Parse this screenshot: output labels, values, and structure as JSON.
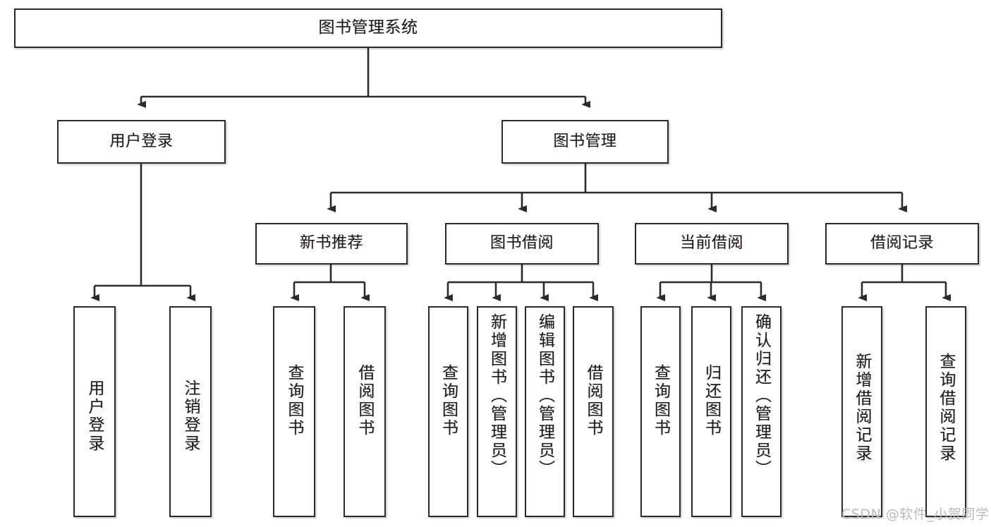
{
  "diagram": {
    "title": "图书管理系统",
    "type": "tree-hierarchy-chart",
    "watermark": "CSDN @软件_小贺同学",
    "colors": {
      "box_border": "#2b2b2b",
      "box_fill": "#ffffff",
      "edge": "#2b2b2b",
      "text": "#1c1c1c",
      "watermark": "#b9b9b9",
      "background": "#ffffff"
    },
    "nodes": {
      "root": {
        "label": "图书管理系统"
      },
      "level2": [
        {
          "id": "user-login",
          "label": "用户登录"
        },
        {
          "id": "book-management",
          "label": "图书管理"
        }
      ],
      "level3": [
        {
          "id": "new-book-recommend",
          "label": "新书推荐"
        },
        {
          "id": "book-borrow",
          "label": "图书借阅"
        },
        {
          "id": "current-borrow",
          "label": "当前借阅"
        },
        {
          "id": "borrow-record",
          "label": "借阅记录"
        }
      ],
      "leaves": {
        "user_login": [
          {
            "id": "leaf-user-login",
            "label": "用户登录"
          },
          {
            "id": "leaf-logout",
            "label": "注销登录"
          }
        ],
        "new_book_recommend": [
          {
            "id": "leaf-query-book-1",
            "label": "查询图书"
          },
          {
            "id": "leaf-borrow-book-1",
            "label": "借阅图书"
          }
        ],
        "book_borrow": [
          {
            "id": "leaf-query-book-2",
            "label": "查询图书"
          },
          {
            "id": "leaf-add-book",
            "label": "新增图书（管理员）"
          },
          {
            "id": "leaf-edit-book",
            "label": "编辑图书（管理员）"
          },
          {
            "id": "leaf-borrow-book-2",
            "label": "借阅图书"
          }
        ],
        "current_borrow": [
          {
            "id": "leaf-query-book-3",
            "label": "查询图书"
          },
          {
            "id": "leaf-return-book",
            "label": "归还图书"
          },
          {
            "id": "leaf-confirm-return",
            "label": "确认归还（管理员）"
          }
        ],
        "borrow_record": [
          {
            "id": "leaf-add-record",
            "label": "新增借阅记录"
          },
          {
            "id": "leaf-query-record",
            "label": "查询借阅记录"
          }
        ]
      }
    },
    "edges": [
      {
        "from": "图书管理系统",
        "to": "用户登录"
      },
      {
        "from": "图书管理系统",
        "to": "图书管理"
      },
      {
        "from": "用户登录",
        "to": "用户登录"
      },
      {
        "from": "用户登录",
        "to": "注销登录"
      },
      {
        "from": "图书管理",
        "to": "新书推荐"
      },
      {
        "from": "图书管理",
        "to": "图书借阅"
      },
      {
        "from": "图书管理",
        "to": "当前借阅"
      },
      {
        "from": "图书管理",
        "to": "借阅记录"
      },
      {
        "from": "新书推荐",
        "to": "查询图书"
      },
      {
        "from": "新书推荐",
        "to": "借阅图书"
      },
      {
        "from": "图书借阅",
        "to": "查询图书"
      },
      {
        "from": "图书借阅",
        "to": "新增图书（管理员）"
      },
      {
        "from": "图书借阅",
        "to": "编辑图书（管理员）"
      },
      {
        "from": "图书借阅",
        "to": "借阅图书"
      },
      {
        "from": "当前借阅",
        "to": "查询图书"
      },
      {
        "from": "当前借阅",
        "to": "归还图书"
      },
      {
        "from": "当前借阅",
        "to": "确认归还（管理员）"
      },
      {
        "from": "借阅记录",
        "to": "新增借阅记录"
      },
      {
        "from": "借阅记录",
        "to": "查询借阅记录"
      }
    ]
  }
}
